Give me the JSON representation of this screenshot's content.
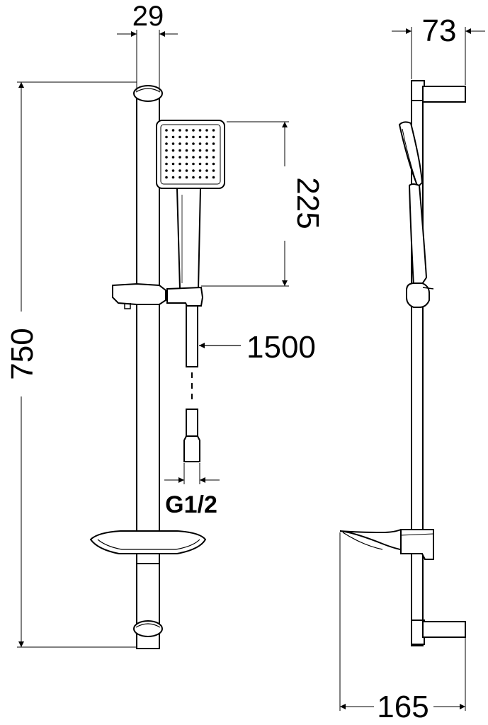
{
  "dimensions": {
    "rail_width": "29",
    "side_depth": "73",
    "head_height": "225",
    "total_height": "750",
    "hose_length": "1500",
    "connection": "G1/2",
    "dish_depth": "165"
  }
}
